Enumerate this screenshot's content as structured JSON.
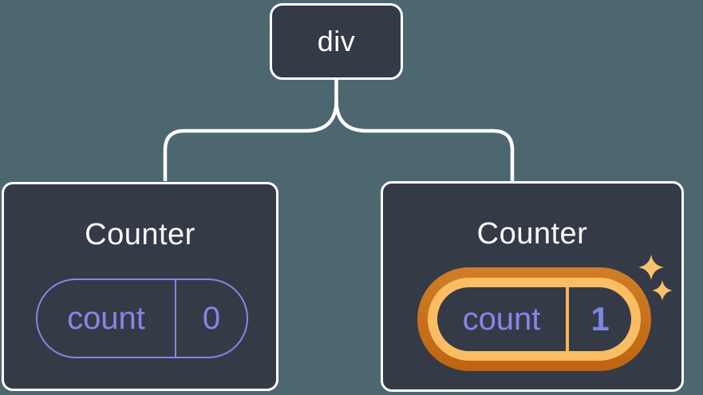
{
  "background_color": "#4C6770",
  "root": {
    "label": "div"
  },
  "children": [
    {
      "title": "Counter",
      "state": {
        "key": "count",
        "value": "0"
      },
      "highlighted": false
    },
    {
      "title": "Counter",
      "state": {
        "key": "count",
        "value": "1"
      },
      "highlighted": true
    }
  ],
  "colors": {
    "node_fill": "#353A47",
    "node_border": "#FFFFFF",
    "state_purple": "#8387E6",
    "value_purple": "#7E84E2",
    "highlight_ring_outer": "#C8701B",
    "highlight_ring_inner": "#FABD63",
    "highlight_divider": "#F7B459",
    "sparkle": "#F8C26C",
    "connector": "#FFFFFF"
  }
}
